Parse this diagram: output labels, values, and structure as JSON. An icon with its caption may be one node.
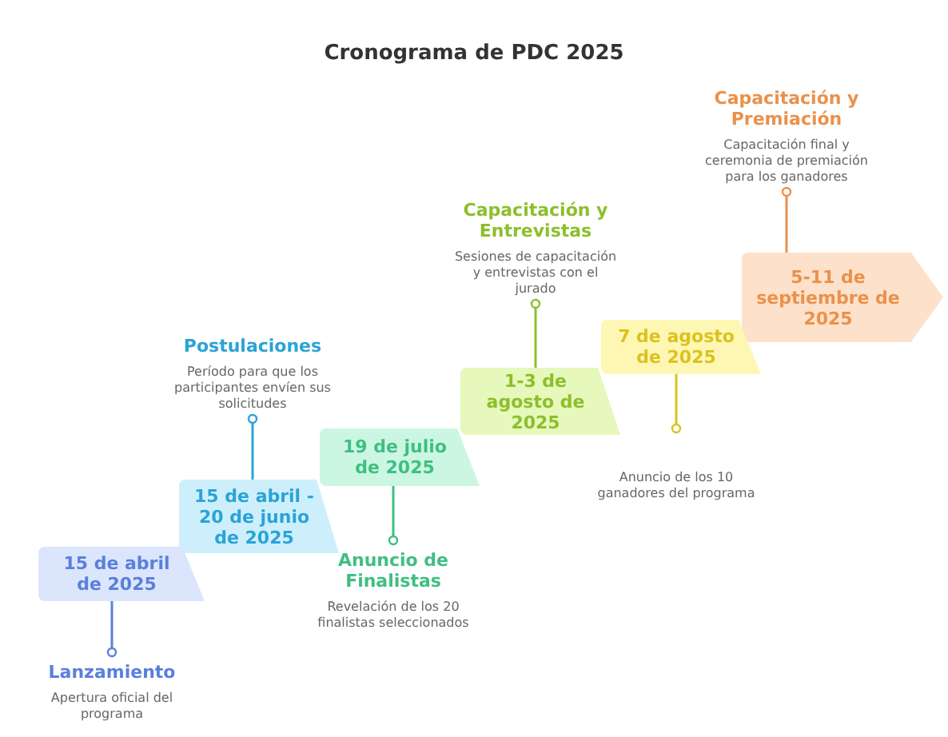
{
  "diagram": {
    "title": "Cronograma de PDC 2025",
    "nodes": [
      {
        "text": [
          "15 de abril de 2025"
        ]
      },
      {
        "text": [
          "15 de abril - 20 de junio de 2025"
        ]
      },
      {
        "text": [
          "19 de julio de 2025"
        ]
      },
      {
        "text": [
          "1-3 de agosto de 2025"
        ]
      },
      {
        "text": [
          "7 de agosto de 2025"
        ]
      },
      {
        "text": [
          "5-11 de septiembre de 2025"
        ]
      },
      {
        "text": [
          "Lanzamiento",
          "Apertura oficial del programa"
        ]
      },
      {
        "text": [
          "Postulaciones",
          "Período para que los participantes envíen sus solicitudes"
        ]
      },
      {
        "text": [
          "Anuncio de Finalistas",
          "Revelación de los 20 finalistas seleccionados"
        ]
      },
      {
        "text": [
          "Capacitación y Entrevistas",
          "Sesiones de capacitación y entrevistas con el jurado"
        ]
      },
      {
        "text": [
          "Anuncio de los 10 ganadores del programa"
        ]
      },
      {
        "text": [
          "Capacitación y Premiación",
          "Capacitación final y ceremonia de premiación para los ganadores"
        ]
      }
    ],
    "edges": [
      {
        "from": 0,
        "to": 6,
        "arrow": "other",
        "color": "#5a7fdc"
      },
      {
        "from": 1,
        "to": 7,
        "arrow": "other",
        "color": "#2ba3d6"
      },
      {
        "from": 2,
        "to": 8,
        "arrow": "other",
        "color": "#3fbf82"
      },
      {
        "from": 3,
        "to": 9,
        "arrow": "other",
        "color": "#8cbf2c"
      },
      {
        "from": 4,
        "to": 10,
        "arrow": "other",
        "color": "#dcc21e"
      },
      {
        "from": 5,
        "to": 11,
        "arrow": "other",
        "color": "#ea914b"
      }
    ]
  }
}
